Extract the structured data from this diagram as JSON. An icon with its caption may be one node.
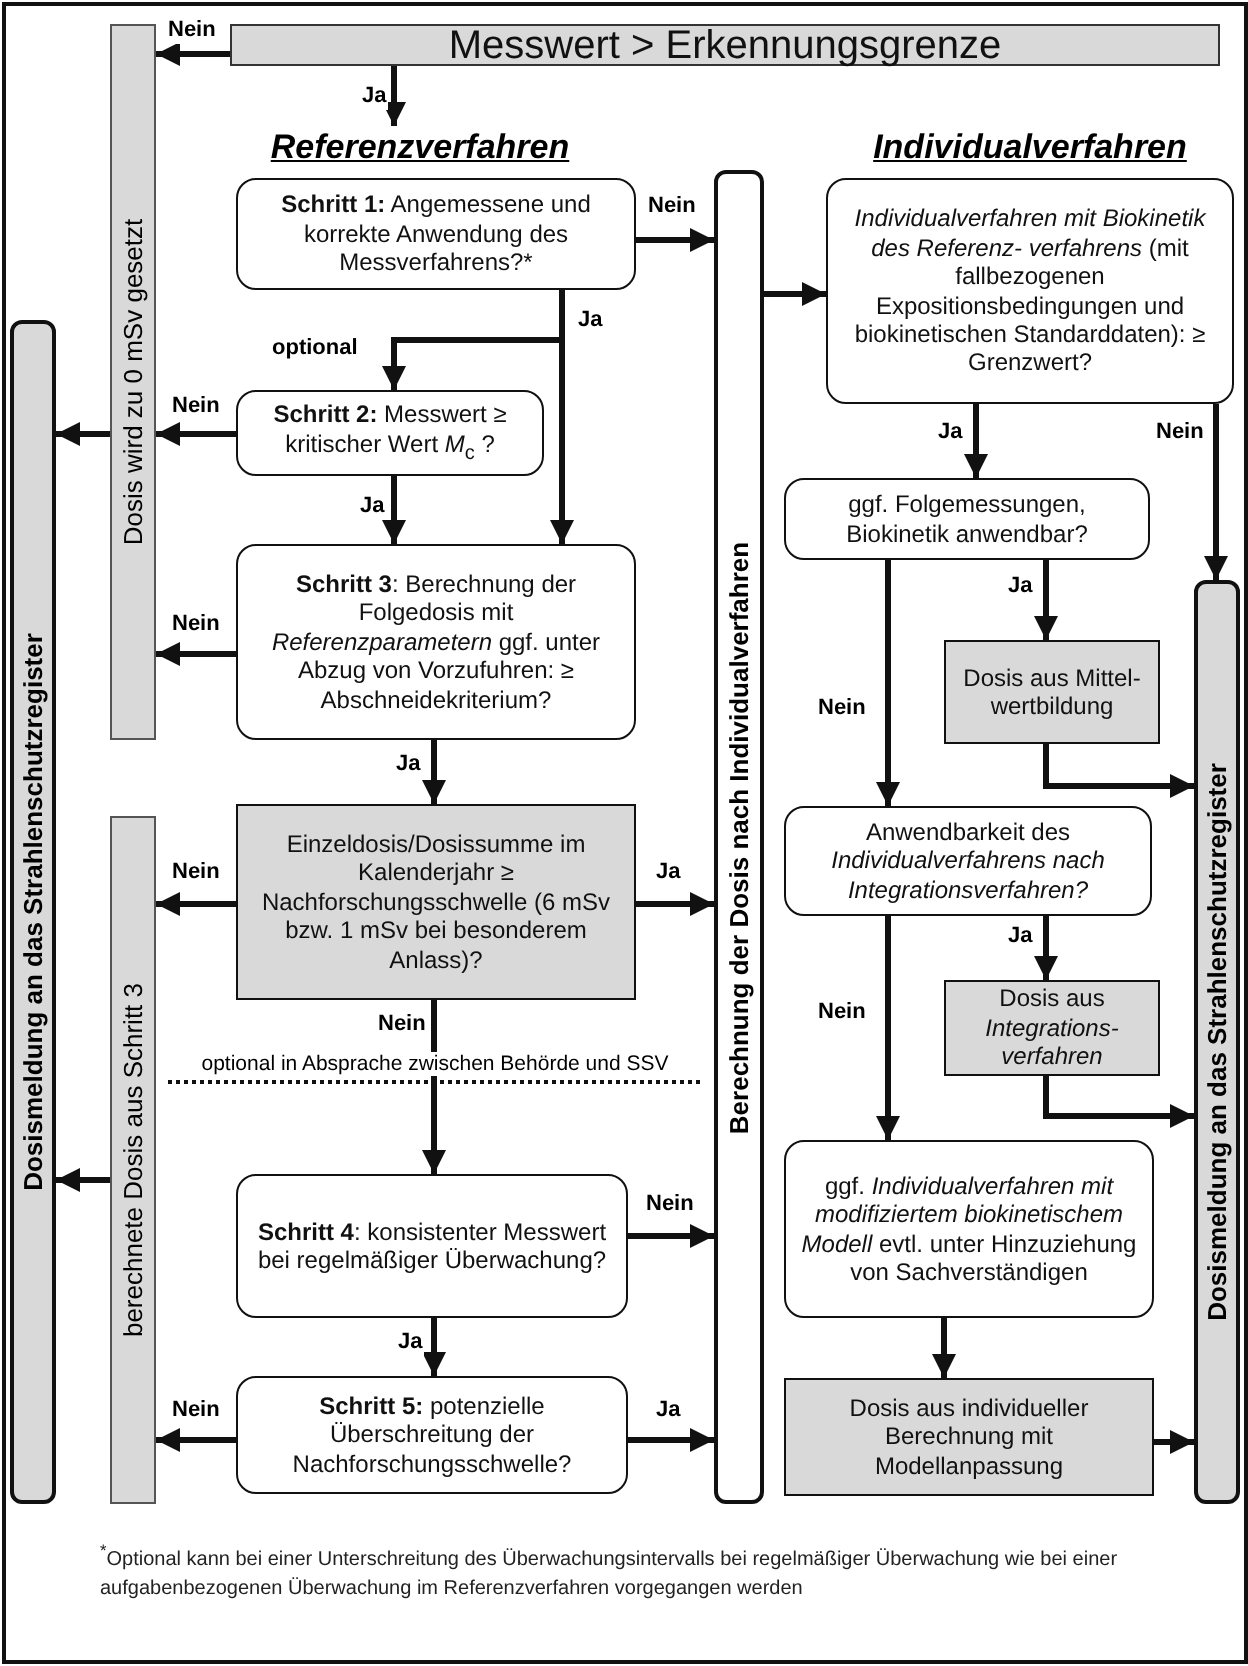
{
  "diagram": {
    "nodes": [
      {
        "text": [
          "Messwert > Erkennungsgrenze"
        ]
      },
      {
        "text": [
          "Dosis wird zu 0 mSv gesetzt"
        ]
      },
      {
        "text": [
          "Dosismeldung an das Strahlenschutzregister"
        ]
      },
      {
        "text": [
          "Referenzverfahren"
        ]
      },
      {
        "text": [
          "**Schritt 1:** Angemessene und korrekte Anwendung des Messverfahrens?*"
        ]
      },
      {
        "text": [
          "Berechnung der Dosis nach Individualverfahren"
        ]
      },
      {
        "text": [
          "*Individualverfahren mit Biokinetik des Referenz- verfahrens* (mit fallbezogenen Expositionsbedingungen und biokinetischen Standarddaten): ≥ Grenzwert?"
        ]
      },
      {
        "text": [
          "**Schritt 2:** Messwert ≥ kritischer Wert *M*$_{c}$ ?"
        ]
      },
      {
        "text": [
          "**Schritt 3**: Berechnung der Folgedosis mit *Referenzparametern* ggf. unter Abzug von Vorzufuhren: ≥ Abschneidekriterium?"
        ]
      },
      {
        "text": [
          "ggf. Folgemessungen, Biokinetik anwendbar?"
        ]
      },
      {
        "text": [
          "Dosis aus Mittel- wertbildung"
        ]
      },
      {
        "text": [
          "Dosismeldung an das Strahlenschutzregister"
        ]
      },
      {
        "text": [
          "berechnete Dosis aus Schritt 3"
        ]
      },
      {
        "text": [
          "Einzeldosis/Dosissumme im Kalenderjahr ≥ Nachforschungsschwelle (6 mSv bzw. 1 mSv bei besonderem Anlass)?"
        ]
      },
      {
        "text": [
          "Anwendbarkeit des *Individualverfahrens nach Integrationsverfahren?*"
        ]
      },
      {
        "text": [
          "Dosis aus *Integrations- verfahren*"
        ]
      },
      {
        "text": [
          "**Schritt 4**: konsistenter Messwert bei regelmäßiger Überwachung?"
        ]
      },
      {
        "text": [
          "ggf. *Individualverfahren mit modifiziertem biokinetischem Modell* evtl. unter Hinzuziehung von Sachverständigen"
        ]
      },
      {
        "text": [
          "**Schritt 5:** potenzielle Überschreitung der Nachforschungsschwelle?"
        ]
      },
      {
        "text": [
          "Dosis aus individueller Berechnung mit Modellanpassung"
        ]
      }
    ],
    "edges": [
      {
        "from": 0,
        "to": 1,
        "arrow": "to",
        "label": "Nein"
      },
      {
        "from": 0,
        "to": 3,
        "arrow": "to",
        "label": "Ja"
      },
      {
        "from": 4,
        "to": 5,
        "arrow": "to",
        "label": "Nein"
      },
      {
        "from": 4,
        "to": 8,
        "arrow": "to",
        "label": "Ja"
      },
      {
        "from": 4,
        "to": 7,
        "arrow": "to",
        "label": "optional"
      },
      {
        "from": 7,
        "to": 1,
        "arrow": "to",
        "label": "Nein"
      },
      {
        "from": 7,
        "to": 8,
        "arrow": "to",
        "label": "Ja"
      },
      {
        "from": 8,
        "to": 1,
        "arrow": "to",
        "label": "Nein"
      },
      {
        "from": 8,
        "to": 13,
        "arrow": "to",
        "label": "Ja"
      },
      {
        "from": 13,
        "to": 12,
        "arrow": "to",
        "label": "Nein"
      },
      {
        "from": 13,
        "to": 5,
        "arrow": "to",
        "label": "Ja"
      },
      {
        "from": 13,
        "to": 16,
        "arrow": "to",
        "label": "Nein"
      },
      {
        "from": 16,
        "to": 5,
        "arrow": "to",
        "label": "Nein"
      },
      {
        "from": 16,
        "to": 18,
        "arrow": "to",
        "label": "Ja"
      },
      {
        "from": 18,
        "to": 12,
        "arrow": "to",
        "label": "Nein"
      },
      {
        "from": 18,
        "to": 5,
        "arrow": "to",
        "label": "Ja"
      },
      {
        "from": 12,
        "to": 2,
        "arrow": "to"
      },
      {
        "from": 1,
        "to": 2,
        "arrow": "to"
      },
      {
        "from": 5,
        "to": 6,
        "arrow": "to"
      },
      {
        "from": 6,
        "to": 9,
        "arrow": "to",
        "label": "Ja"
      },
      {
        "from": 6,
        "to": 11,
        "arrow": "to",
        "label": "Nein"
      },
      {
        "from": 9,
        "to": 14,
        "arrow": "to",
        "label": "Nein"
      },
      {
        "from": 9,
        "to": 10,
        "arrow": "to",
        "label": "Ja"
      },
      {
        "from": 10,
        "to": 11,
        "arrow": "to"
      },
      {
        "from": 14,
        "to": 17,
        "arrow": "to",
        "label": "Nein"
      },
      {
        "from": 14,
        "to": 15,
        "arrow": "to",
        "label": "Ja"
      },
      {
        "from": 15,
        "to": 11,
        "arrow": "to"
      },
      {
        "from": 17,
        "to": 19,
        "arrow": "to"
      },
      {
        "from": 19,
        "to": 11,
        "arrow": "to"
      }
    ],
    "labels": [
      "Individualverfahren",
      "optional in Absprache zwischen Behörde und SSV",
      "$^{*}$Optional kann bei einer Unterschreitung des Überwachungsintervalls bei regelmäßiger Überwachung wie bei einer aufgabenbezogenen Überwachung im Referenzverfahren vorgegangen werden"
    ]
  }
}
